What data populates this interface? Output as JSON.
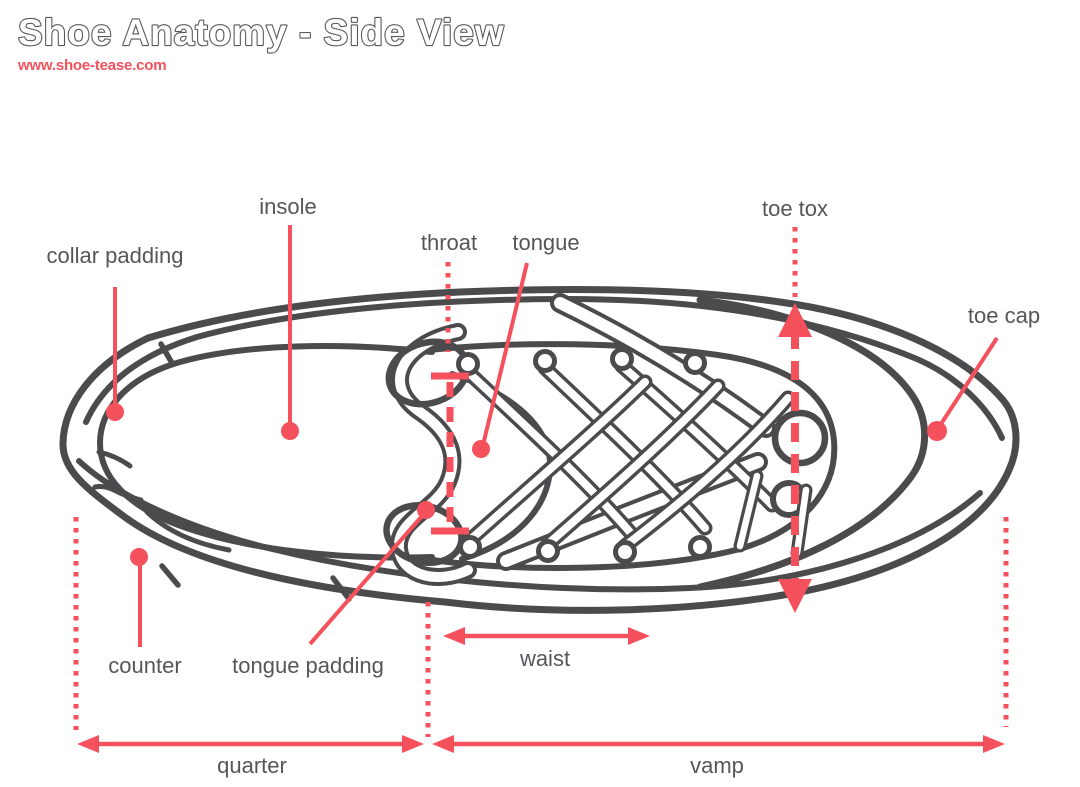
{
  "title": "Shoe Anatomy - Side View",
  "website": "www.shoe-tease.com",
  "colors": {
    "accent_red": "#F4515C",
    "line_gray": "#4B4B4E",
    "label_gray": "#55565A",
    "background": "#FFFFFF"
  },
  "diagram": {
    "subject": "sneaker top-side line drawing with annotated parts",
    "labels": {
      "insole": "insole",
      "collar_padding": "collar padding",
      "throat": "throat",
      "tongue": "tongue",
      "toe_tox": "toe tox",
      "toe_cap": "toe cap",
      "counter": "counter",
      "tongue_padding": "tongue padding",
      "waist": "waist",
      "quarter": "quarter",
      "vamp": "vamp"
    }
  }
}
